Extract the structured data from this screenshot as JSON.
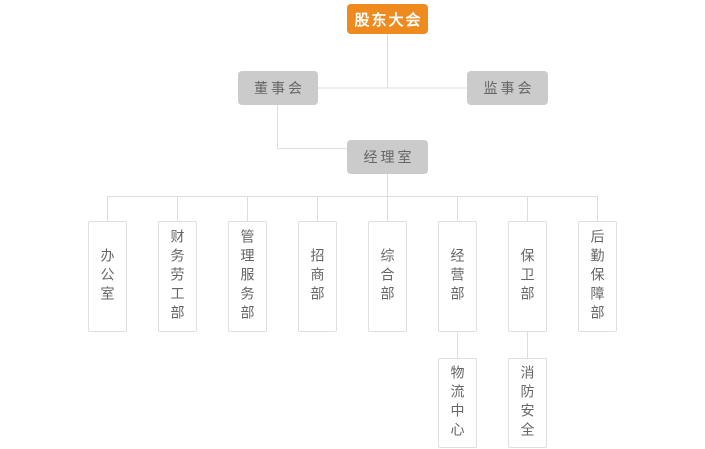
{
  "org_chart": {
    "title": "organization-structure-chart",
    "root": {
      "label": "股东大会"
    },
    "level2": [
      {
        "label": "董事会"
      },
      {
        "label": "监事会"
      }
    ],
    "level3": {
      "label": "经理室"
    },
    "departments": [
      {
        "label": "办公室"
      },
      {
        "label": "财务劳工部"
      },
      {
        "label": "管理服务部"
      },
      {
        "label": "招商部"
      },
      {
        "label": "综合部"
      },
      {
        "label": "经营部"
      },
      {
        "label": "保卫部"
      },
      {
        "label": "后勤保障部"
      }
    ],
    "sub_departments": [
      {
        "label": "物流中心",
        "parent": "经营部"
      },
      {
        "label": "消防安全",
        "parent": "保卫部"
      }
    ],
    "colors": {
      "root_bg": "#EE8A1E",
      "root_text": "#FFFFFF",
      "branch_bg": "#CBCBCB",
      "branch_text": "#666666",
      "leaf_bg": "#FFFFFF",
      "leaf_border": "#DFDFDF",
      "leaf_text": "#666666",
      "connector": "#DDDDDD",
      "background": "#FFFFFF"
    }
  }
}
